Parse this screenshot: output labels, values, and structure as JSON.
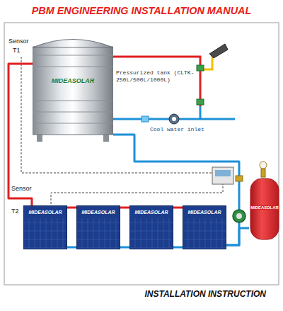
{
  "diagram": {
    "title": "PBM ENGINEERING INSTALLATION MANUAL",
    "caption": "INSTALLATION INSTRUCTION",
    "nodes": [
      {
        "text": [
          "MIDEASOLAR",
          "Pressurized tank (CLTK-250L/500L/1000L)"
        ]
      },
      {
        "text": [
          "MIDEASOLAR"
        ]
      },
      {
        "text": [
          "MIDEASOLAR"
        ]
      },
      {
        "text": [
          "MIDEASOLAR"
        ]
      },
      {
        "text": [
          "MIDEASOLAR"
        ]
      },
      {
        "text": [
          "MIDEASOLAR"
        ]
      }
    ],
    "edges": [
      {
        "from": 1,
        "to": 0,
        "arrow": "none"
      },
      {
        "from": 0,
        "to": 4,
        "arrow": "none"
      },
      {
        "from": 1,
        "to": 2,
        "arrow": "none"
      },
      {
        "from": 1,
        "to": 2,
        "arrow": "none"
      },
      {
        "from": 2,
        "to": 3,
        "arrow": "none"
      },
      {
        "from": 2,
        "to": 3,
        "arrow": "none"
      },
      {
        "from": 3,
        "to": 4,
        "arrow": "none"
      },
      {
        "from": 3,
        "to": 4,
        "arrow": "none"
      },
      {
        "from": 5,
        "to": 4,
        "arrow": "none"
      }
    ],
    "labels": [
      "Sensor",
      "T1",
      "Cool water inlet",
      "Sensor",
      "T2"
    ]
  }
}
